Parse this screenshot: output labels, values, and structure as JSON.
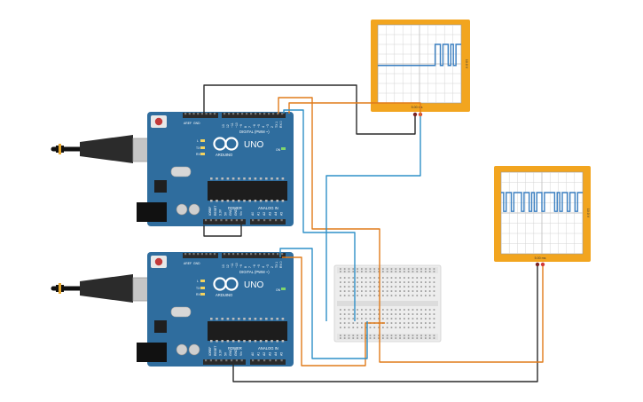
{
  "arduino_top": {
    "brand": "ARDUINO",
    "model": "UNO",
    "on_label": "ON",
    "digital_label": "DIGITAL (PWM ~)",
    "power_label": "POWER",
    "analog_label": "ANALOG IN",
    "tx_label": "TX",
    "rx_label": "RX",
    "l_label": "L",
    "aref_label": "AREF",
    "gnd_label": "GND",
    "digital_pins": [
      "13",
      "12",
      "~11",
      "~10",
      "~9",
      "8",
      "7",
      "~6",
      "~5",
      "4",
      "~3",
      "2",
      "TX 1",
      "RX 0"
    ],
    "power_pins": [
      "IOREF",
      "RESET",
      "3.3V",
      "5V",
      "GND",
      "GND",
      "Vin"
    ],
    "analog_pins": [
      "A0",
      "A1",
      "A2",
      "A3",
      "A4",
      "A5"
    ]
  },
  "arduino_bottom": {
    "brand": "ARDUINO",
    "model": "UNO",
    "on_label": "ON",
    "digital_label": "DIGITAL (PWM ~)",
    "power_label": "POWER",
    "analog_label": "ANALOG IN",
    "tx_label": "TX",
    "rx_label": "RX",
    "l_label": "L",
    "aref_label": "AREF",
    "gnd_label": "GND",
    "digital_pins": [
      "13",
      "12",
      "~11",
      "~10",
      "~9",
      "8",
      "7",
      "~6",
      "~5",
      "4",
      "~3",
      "2",
      "TX 1",
      "RX 0"
    ],
    "power_pins": [
      "IOREF",
      "RESET",
      "3.3V",
      "5V",
      "GND",
      "GND",
      "Vin"
    ],
    "analog_pins": [
      "A0",
      "A1",
      "A2",
      "A3",
      "A4",
      "A5"
    ]
  },
  "scope_top": {
    "time_label": "5.00 ms",
    "volt_label": "10.0 V",
    "signal_levels": [
      0,
      0,
      0,
      0,
      0,
      0,
      0,
      0,
      0,
      0,
      0,
      0,
      0,
      0,
      0,
      0,
      0,
      0,
      0,
      0,
      0,
      0,
      1,
      1,
      0,
      1,
      1,
      0,
      1,
      0,
      1,
      1
    ]
  },
  "scope_bottom": {
    "time_label": "5.00 ms",
    "volt_label": "10.0 V",
    "signal_levels": [
      1,
      0,
      1,
      1,
      0,
      1,
      1,
      1,
      0,
      1,
      1,
      0,
      1,
      0,
      1,
      1,
      0,
      1,
      1,
      1,
      1,
      0,
      1,
      0,
      1,
      1,
      0,
      1,
      1,
      0,
      1,
      1
    ]
  },
  "colors": {
    "board": "#2f6d9e",
    "board_dark": "#1e4f78",
    "header": "#2b2b2b",
    "scope_frame": "#f2a51f",
    "scope_screen": "#ffffff",
    "scope_grid": "#c8c8c8",
    "signal": "#3a7fc1",
    "wire_black": "#2a2a2a",
    "wire_orange": "#e07b1a",
    "wire_blue": "#2f90c8",
    "breadboard": "#ededed"
  }
}
